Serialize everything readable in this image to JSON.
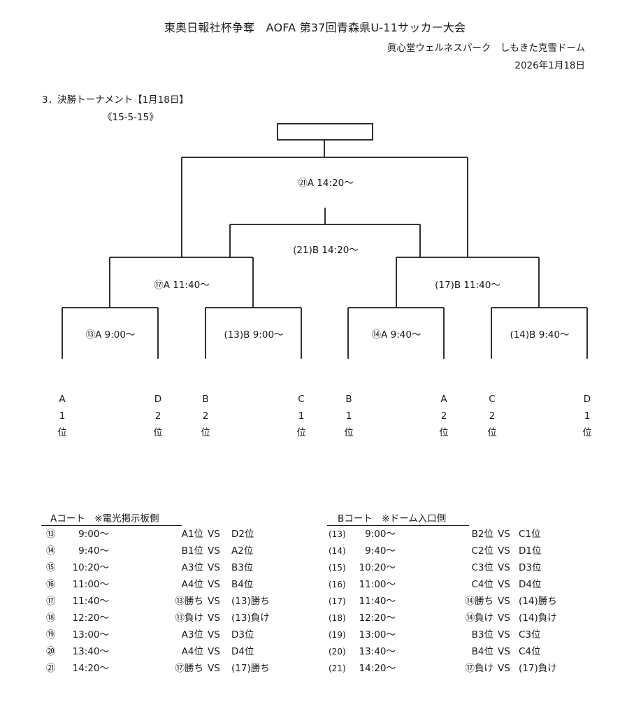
{
  "header": {
    "title": "東奥日報社杯争奪　AOFA 第37回青森県U-11サッカー大会",
    "venue": "眞心堂ウェルネスパーク　しもきた克雪ドーム",
    "date": "2026年1月18日"
  },
  "section": {
    "title": "3．決勝トーナメント【1月18日】",
    "format": "《15-5-15》"
  },
  "bracket": {
    "champion_box": "",
    "final_a": "㉑A 14:20～",
    "final_b": "(21)B 14:20～",
    "semis": [
      {
        "label": "⑰A 11:40～"
      },
      {
        "label": "(17)B 11:40～"
      }
    ],
    "first_round": [
      {
        "label": "⑬A 9:00～"
      },
      {
        "label": "(13)B 9:00～"
      },
      {
        "label": "⑭A 9:40～"
      },
      {
        "label": "(14)B 9:40～"
      }
    ],
    "seeds": [
      {
        "group": "A",
        "rank": "1",
        "suffix": "位"
      },
      {
        "group": "D",
        "rank": "2",
        "suffix": "位"
      },
      {
        "group": "B",
        "rank": "2",
        "suffix": "位"
      },
      {
        "group": "C",
        "rank": "1",
        "suffix": "位"
      },
      {
        "group": "B",
        "rank": "1",
        "suffix": "位"
      },
      {
        "group": "A",
        "rank": "2",
        "suffix": "位"
      },
      {
        "group": "C",
        "rank": "2",
        "suffix": "位"
      },
      {
        "group": "D",
        "rank": "1",
        "suffix": "位"
      }
    ]
  },
  "courts": [
    {
      "heading": "Aコート　※電光掲示板側",
      "rows": [
        {
          "no": "⑬",
          "time": "9:00～",
          "home": "A1位",
          "vs": "VS",
          "away": "D2位"
        },
        {
          "no": "⑭",
          "time": "9:40～",
          "home": "B1位",
          "vs": "VS",
          "away": "A2位"
        },
        {
          "no": "⑮",
          "time": "10:20～",
          "home": "A3位",
          "vs": "VS",
          "away": "B3位"
        },
        {
          "no": "⑯",
          "time": "11:00～",
          "home": "A4位",
          "vs": "VS",
          "away": "B4位"
        },
        {
          "no": "⑰",
          "time": "11:40～",
          "home": "⑬勝ち",
          "vs": "VS",
          "away": "(13)勝ち"
        },
        {
          "no": "⑱",
          "time": "12:20～",
          "home": "⑬負け",
          "vs": "VS",
          "away": "(13)負け"
        },
        {
          "no": "⑲",
          "time": "13:00～",
          "home": "A3位",
          "vs": "VS",
          "away": "D3位"
        },
        {
          "no": "⑳",
          "time": "13:40～",
          "home": "A4位",
          "vs": "VS",
          "away": "D4位"
        },
        {
          "no": "㉑",
          "time": "14:20～",
          "home": "⑰勝ち",
          "vs": "VS",
          "away": "(17)勝ち"
        }
      ]
    },
    {
      "heading": "Bコート　※ドーム入口側",
      "rows": [
        {
          "no": "(13)",
          "time": "9:00～",
          "home": "B2位",
          "vs": "VS",
          "away": "C1位"
        },
        {
          "no": "(14)",
          "time": "9:40～",
          "home": "C2位",
          "vs": "VS",
          "away": "D1位"
        },
        {
          "no": "(15)",
          "time": "10:20～",
          "home": "C3位",
          "vs": "VS",
          "away": "D3位"
        },
        {
          "no": "(16)",
          "time": "11:00～",
          "home": "C4位",
          "vs": "VS",
          "away": "D4位"
        },
        {
          "no": "(17)",
          "time": "11:40～",
          "home": "⑭勝ち",
          "vs": "VS",
          "away": "(14)勝ち"
        },
        {
          "no": "(18)",
          "time": "12:20～",
          "home": "⑭負け",
          "vs": "VS",
          "away": "(14)負け"
        },
        {
          "no": "(19)",
          "time": "13:00～",
          "home": "B3位",
          "vs": "VS",
          "away": "C3位"
        },
        {
          "no": "(20)",
          "time": "13:40～",
          "home": "B4位",
          "vs": "VS",
          "away": "C4位"
        },
        {
          "no": "(21)",
          "time": "14:20～",
          "home": "⑰負け",
          "vs": "VS",
          "away": "(17)負け"
        }
      ]
    }
  ]
}
